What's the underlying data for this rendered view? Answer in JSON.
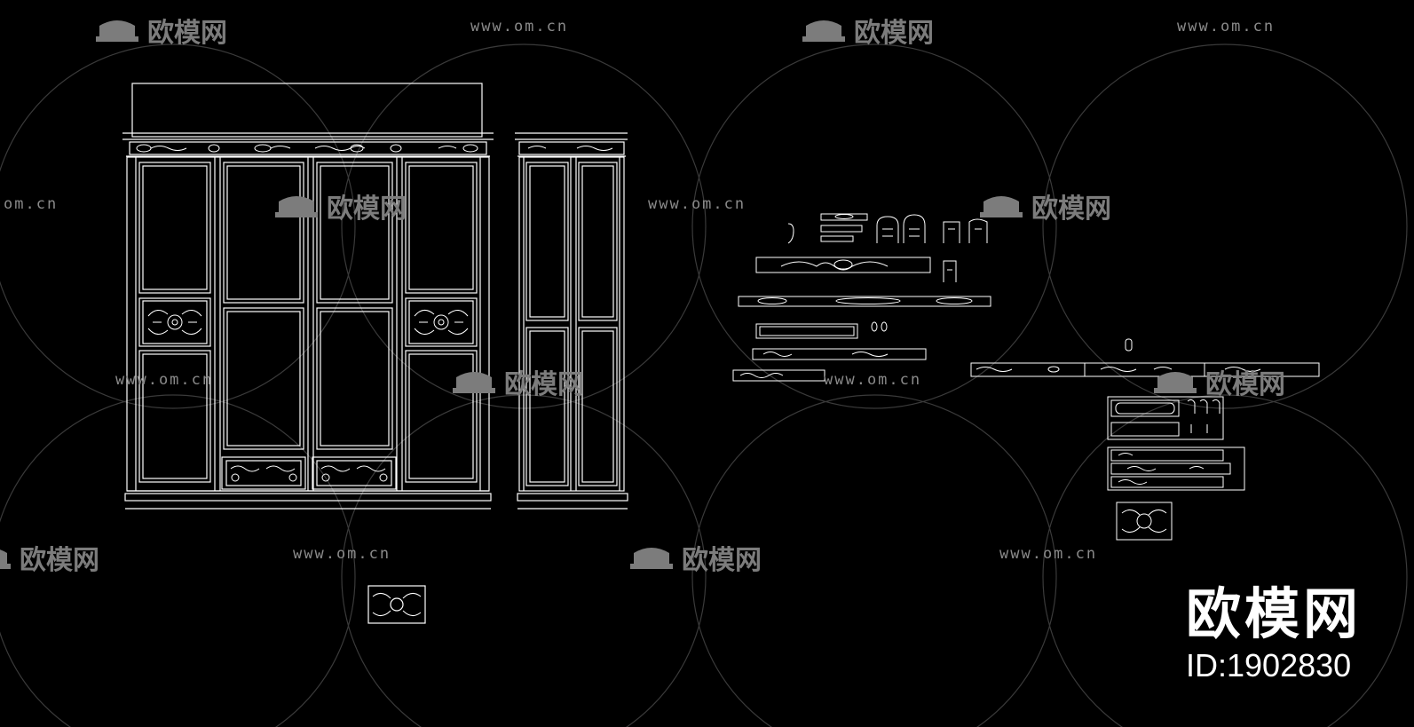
{
  "watermarks": {
    "logo_text": "欧模网",
    "url_text": "www.om.cn",
    "url_partial_text": "om.cn"
  },
  "brand": {
    "name": "欧模网",
    "id_text": "ID:1902830"
  },
  "colors": {
    "background": "#000000",
    "line": "#ffffff",
    "watermark": "#7c7c7c"
  },
  "icons": {
    "logo": "sofa-icon"
  }
}
